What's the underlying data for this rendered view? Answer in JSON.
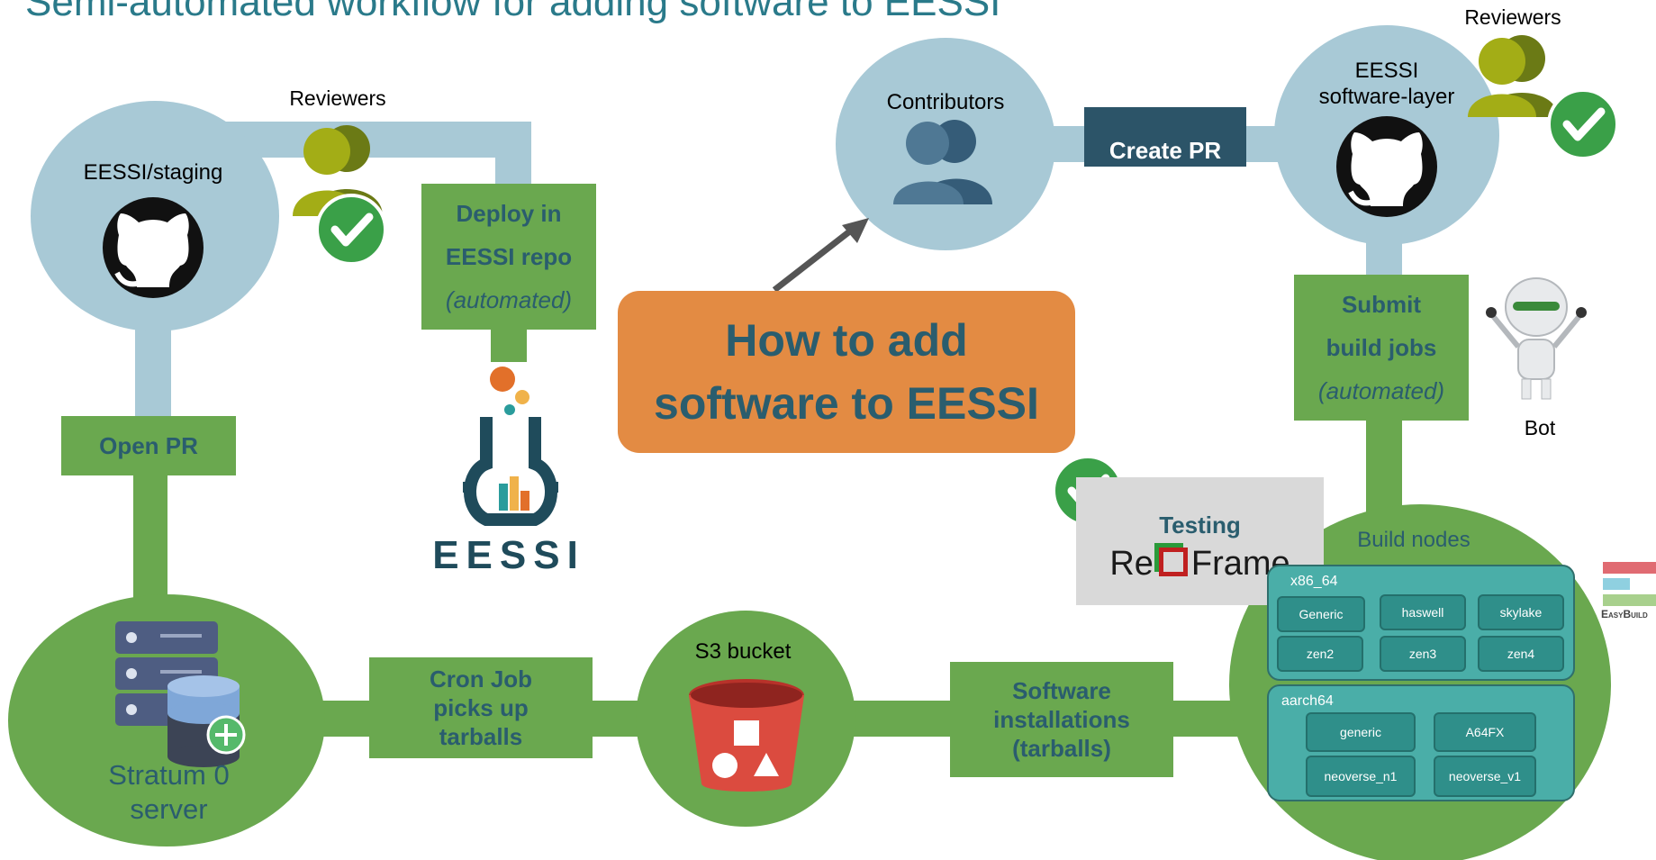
{
  "title": "Semi-automated workflow for adding software to EESSI",
  "colors": {
    "green": "#6aa84f",
    "lightblue": "#a8c9d6",
    "teal_text": "#2a5d6e",
    "orange": "#e38b43",
    "dark_navy": "#2c5468",
    "panel_teal": "#4aaea8"
  },
  "labels": {
    "reviewers_left": "Reviewers",
    "reviewers_right": "Reviewers",
    "staging_repo": "EESSI/staging",
    "contributors": "Contributors",
    "software_layer_line1": "EESSI",
    "software_layer_line2": "software-layer",
    "bot": "Bot",
    "s3_bucket": "S3 bucket",
    "stratum_line1": "Stratum 0",
    "stratum_line2": "server",
    "build_nodes": "Build nodes",
    "eessi_logo_text": "EESSI",
    "easybuild_logo_text": "EasyBuild",
    "reframe_logo_text_left": "Re",
    "reframe_logo_text_right": "Frame"
  },
  "steps": {
    "open_pr": "Open PR",
    "create_pr": "Create PR",
    "deploy_line1": "Deploy in",
    "deploy_line2": "EESSI repo",
    "deploy_line3": "(automated)",
    "submit_line1": "Submit",
    "submit_line2": "build jobs",
    "submit_line3": "(automated)",
    "cron_line1": "Cron Job",
    "cron_line2": "picks up",
    "cron_line3": "tarballs",
    "software_line1": "Software",
    "software_line2": "installations",
    "software_line3": "(tarballs)",
    "testing": "Testing",
    "center_line1": "How to add",
    "center_line2": "software to EESSI"
  },
  "build_nodes": {
    "x86_label": "x86_64",
    "x86_nodes": [
      "Generic",
      "haswell",
      "skylake",
      "zen2",
      "zen3",
      "zen4"
    ],
    "aarch_label": "aarch64",
    "aarch_nodes": [
      "generic",
      "A64FX",
      "neoverse_n1",
      "neoverse_v1"
    ]
  },
  "icons": {
    "github": "github-icon",
    "people": "people-icon",
    "check": "checkmark-icon",
    "server": "server-database-icon",
    "bucket": "s3-bucket-icon",
    "robot": "robot-icon"
  }
}
